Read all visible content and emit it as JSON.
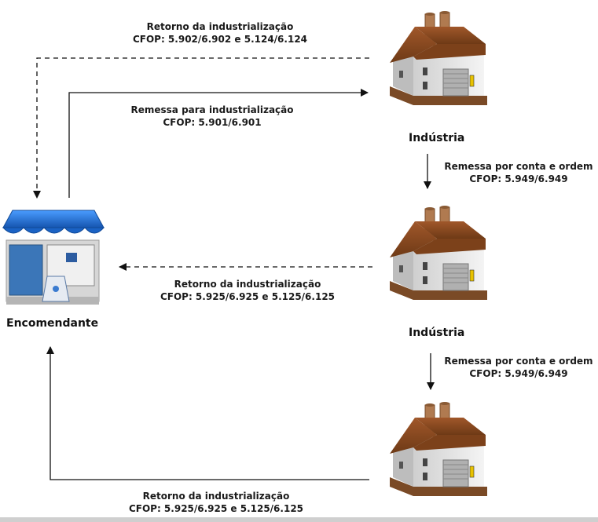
{
  "nodes": {
    "encomendante": {
      "label": "Encomendante"
    },
    "industria_1": {
      "label": "Indústria"
    },
    "industria_2": {
      "label": "Indústria"
    }
  },
  "flows": {
    "retorno_1": {
      "line1": "Retorno da industrialização",
      "line2": "CFOP: 5.902/6.902 e 5.124/6.124",
      "style": "dashed"
    },
    "remessa_industrializacao": {
      "line1": "Remessa para industrialização",
      "line2": "CFOP: 5.901/6.901",
      "style": "solid"
    },
    "remessa_conta_ordem_1": {
      "line1": "Remessa por conta e ordem",
      "line2": "CFOP: 5.949/6.949",
      "style": "solid"
    },
    "retorno_2": {
      "line1": "Retorno da industrialização",
      "line2": "CFOP: 5.925/6.925 e 5.125/6.125",
      "style": "dashed"
    },
    "remessa_conta_ordem_2": {
      "line1": "Remessa por conta e ordem",
      "line2": "CFOP: 5.949/6.949",
      "style": "solid"
    },
    "retorno_3": {
      "line1": "Retorno da industrialização",
      "line2": "CFOP: 5.925/6.925 e 5.125/6.125",
      "style": "solid"
    }
  },
  "colors": {
    "roof": "#8a4a1c",
    "wall": "#e9e9e9",
    "chimney": "#b07a50",
    "store_awning": "#1f6fd1",
    "line": "#111111"
  },
  "icons": {
    "factory": "factory-icon",
    "store": "store-icon"
  }
}
